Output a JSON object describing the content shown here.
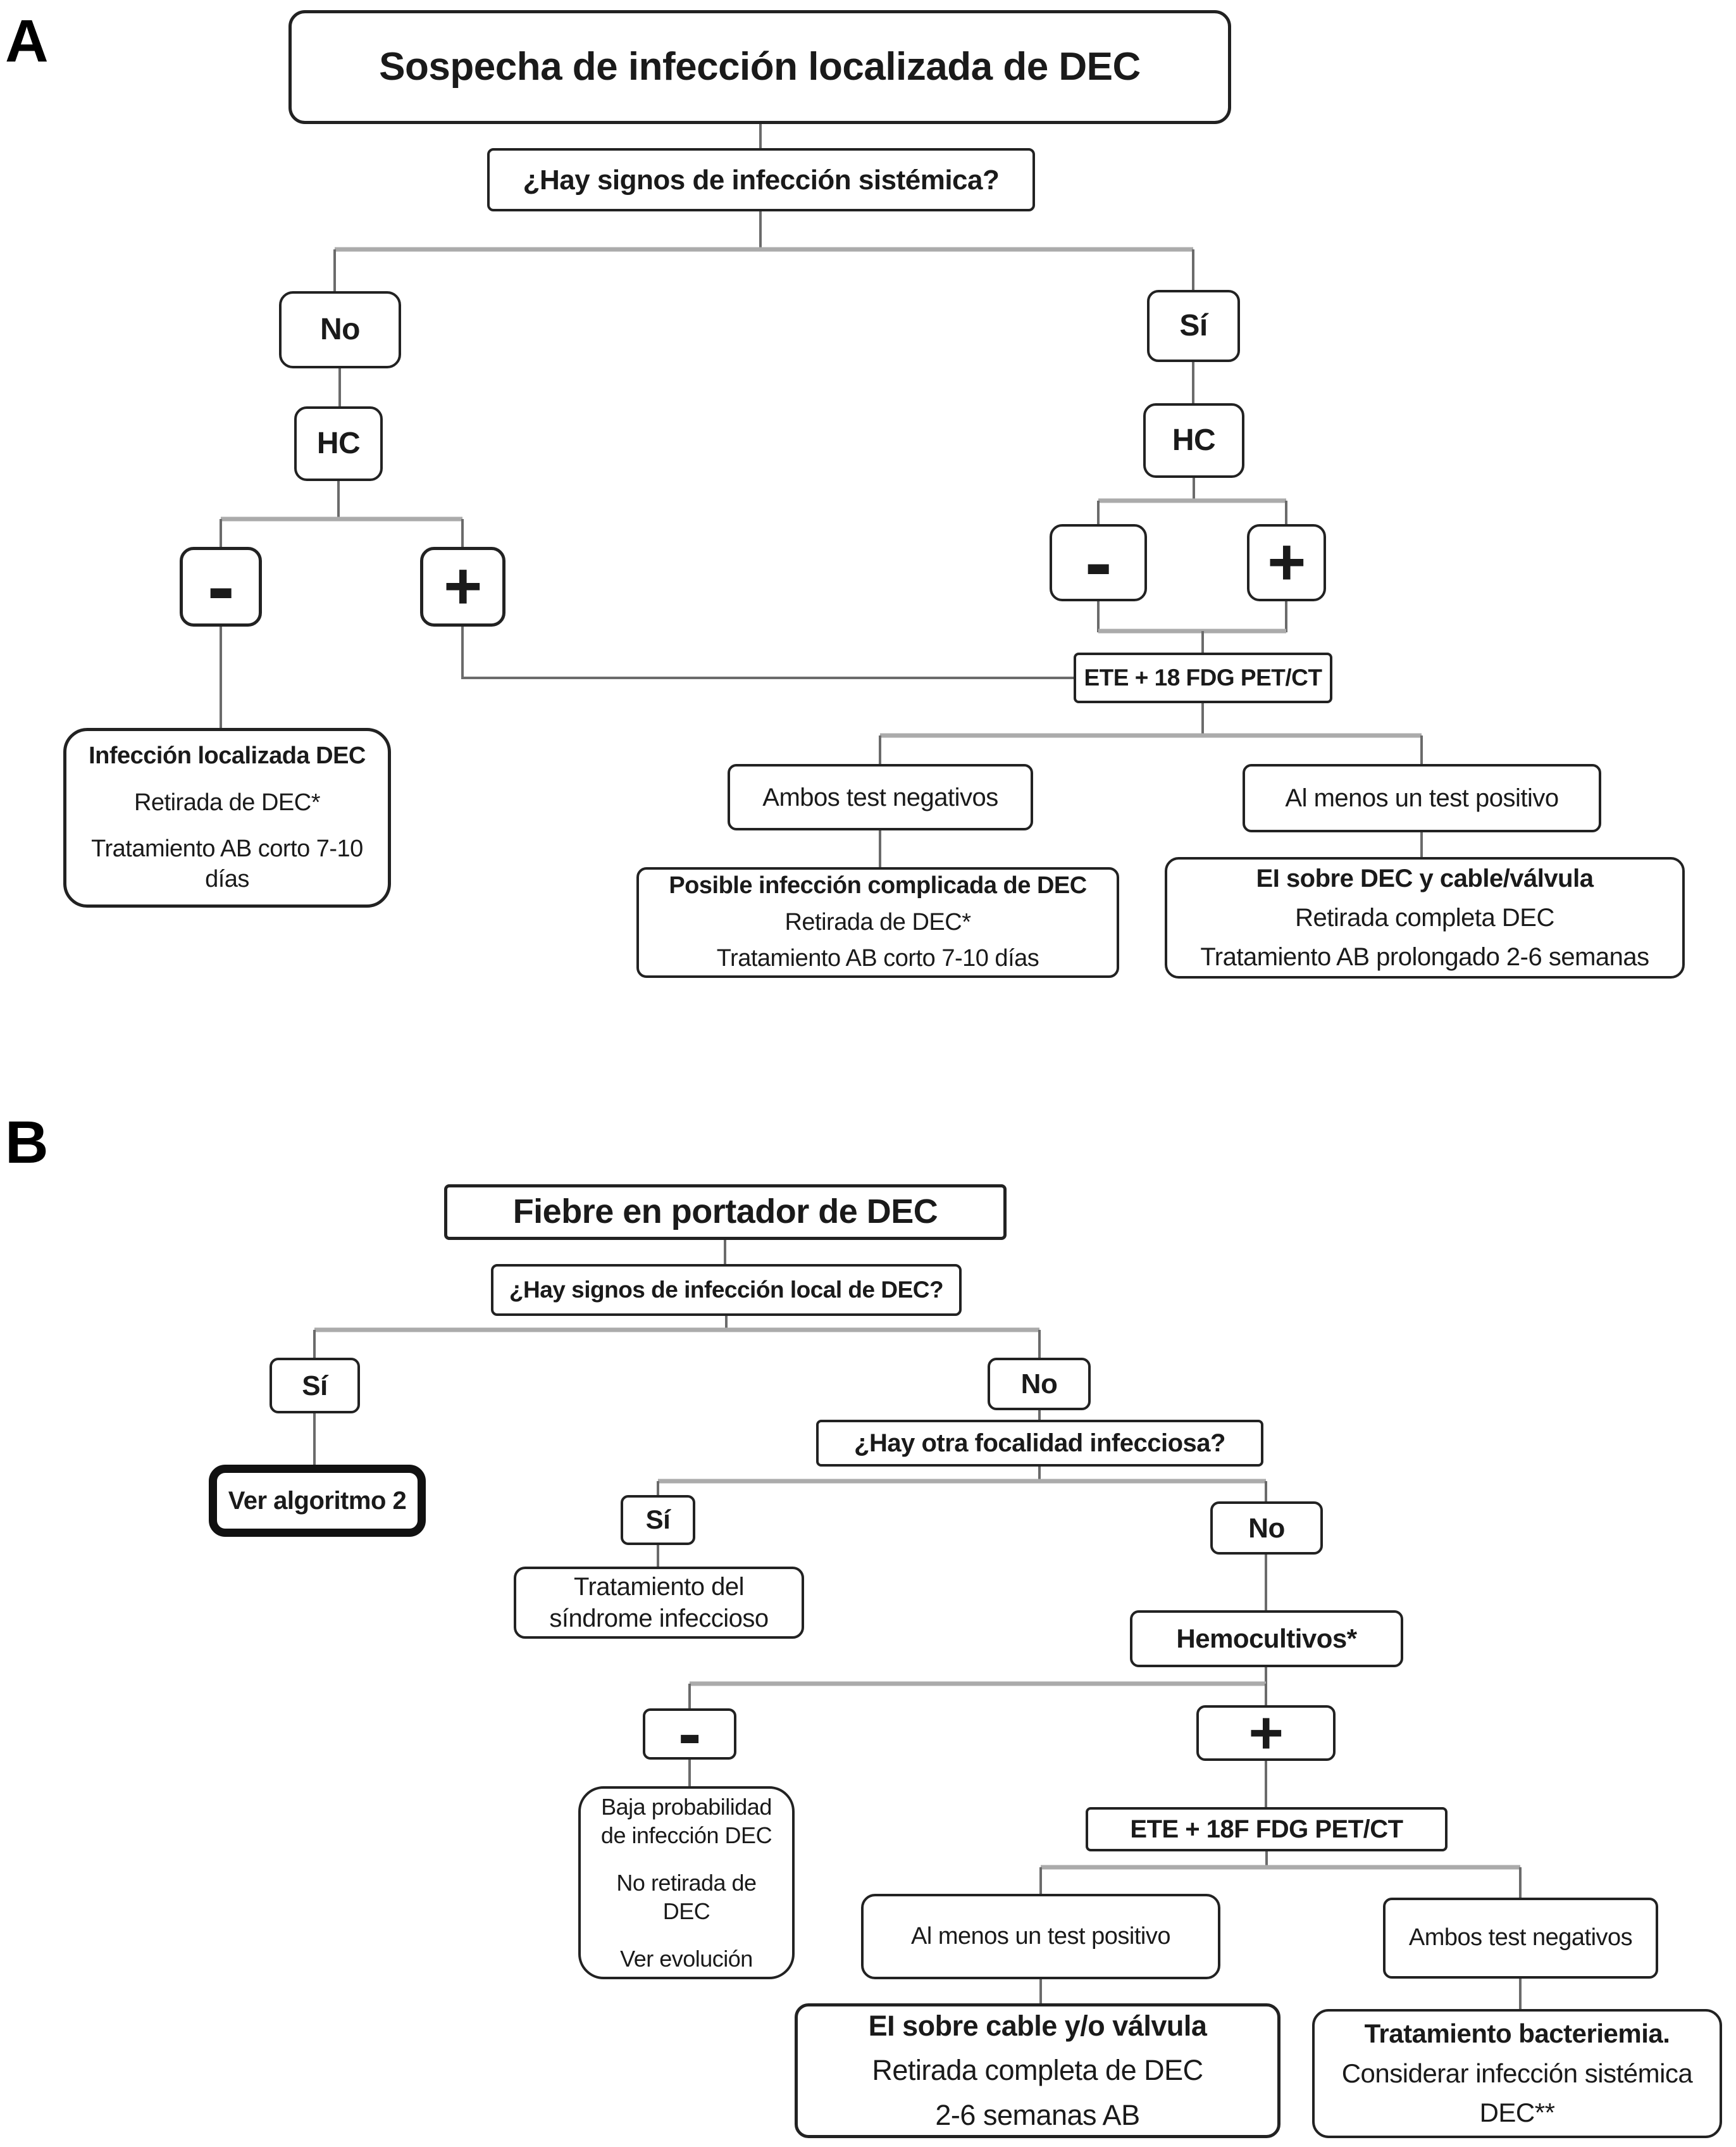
{
  "panels": {
    "a": {
      "label": "A",
      "title": "Sospecha de infección localizada de DEC",
      "question": "¿Hay signos de infección sistémica?",
      "no": "No",
      "yes": "Sí",
      "hc_left": "HC",
      "hc_right": "HC",
      "minus_left": "-",
      "plus_left": "+",
      "minus_right": "-",
      "plus_right": "+",
      "ete": "ETE + 18 FDG PET/CT",
      "both_negative": "Ambos test negativos",
      "one_positive": "Al menos un test positivo",
      "outcome_localized": [
        "Infección localizada DEC",
        "Retirada de DEC*",
        "Tratamiento AB corto 7-10 días"
      ],
      "outcome_complicated": [
        "Posible infección complicada de DEC",
        "Retirada de DEC*",
        "Tratamiento AB corto 7-10 días"
      ],
      "outcome_ei": [
        "EI sobre DEC y cable/válvula",
        "Retirada completa DEC",
        "Tratamiento AB prolongado 2-6 semanas"
      ]
    },
    "b": {
      "label": "B",
      "title": "Fiebre en portador de DEC",
      "question_local": "¿Hay signos de infección local de DEC?",
      "yes_1": "Sí",
      "no_1": "No",
      "see_algorithm": "Ver algoritmo 2",
      "question_other_focus": "¿Hay otra focalidad infecciosa?",
      "yes_2": "Sí",
      "no_2": "No",
      "treat_syndrome": "Tratamiento del síndrome infeccioso",
      "blood_cultures": "Hemocultivos*",
      "minus": "-",
      "plus": "+",
      "ete": "ETE + 18F FDG PET/CT",
      "one_positive": "Al menos un test positivo",
      "both_negative": "Ambos test negativos",
      "outcome_low_probability": [
        "Baja probabilidad de infección DEC",
        "No retirada de DEC",
        "Ver evolución"
      ],
      "outcome_ei": [
        "EI sobre cable y/o válvula",
        "Retirada completa de DEC",
        "2-6 semanas AB"
      ],
      "outcome_bacteremia": [
        "Tratamiento bacteriemia.",
        "Considerar infección sistémica",
        "DEC**"
      ]
    }
  }
}
